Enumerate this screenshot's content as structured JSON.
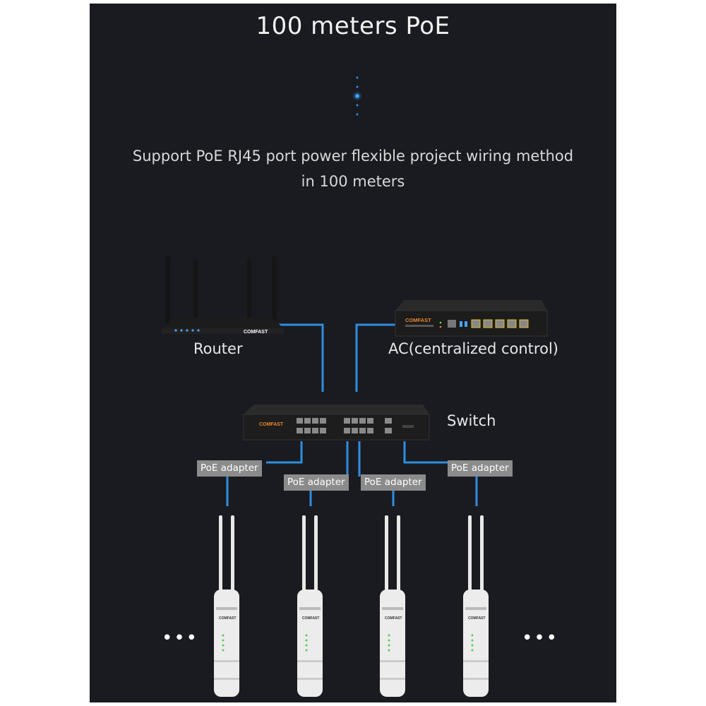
{
  "title": "100 meters PoE",
  "subtitle": {
    "line1": "Support PoE RJ45 port power flexible project wiring method",
    "line2": "in 100 meters"
  },
  "devices": {
    "router": {
      "label": "Router",
      "brand": "COMFAST"
    },
    "ac": {
      "label": "AC(centralized control)",
      "brand": "COMFAST"
    },
    "switch": {
      "label": "Switch",
      "brand": "COMFAST"
    }
  },
  "poe_adapters": [
    "PoE adapter",
    "PoE adapter",
    "PoE adapter",
    "PoE adapter"
  ],
  "access_points": [
    "COMFAST",
    "COMFAST",
    "COMFAST",
    "COMFAST"
  ],
  "more_indicators": [
    "•••",
    "•••"
  ],
  "colors": {
    "background": "#1a1b20",
    "cable": "#2f8ee0",
    "adapter_label_bg": "#8b8b8b"
  }
}
